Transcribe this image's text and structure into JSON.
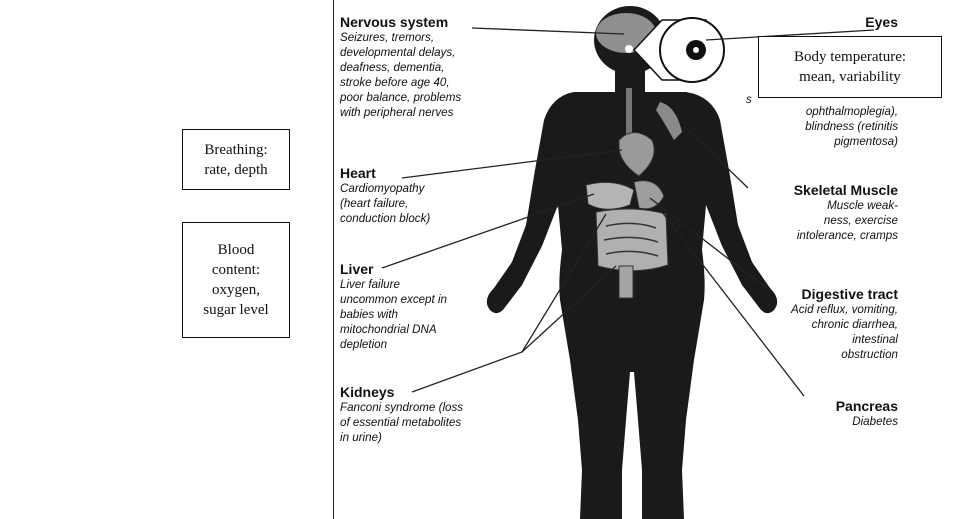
{
  "side_notes": {
    "breathing": "Breathing:\nrate, depth",
    "blood": "Blood\ncontent:\noxygen,\nsugar level",
    "temperature": "Body temperature:\nmean, variability"
  },
  "organs": {
    "nervous_system": {
      "title": "Nervous system",
      "desc": "Seizures, tremors,\ndevelopmental delays,\ndeafness, dementia,\nstroke before age 40,\npoor balance, problems\nwith peripheral nerves"
    },
    "heart": {
      "title": "Heart",
      "desc": "Cardiomyopathy\n(heart failure,\nconduction block)"
    },
    "liver": {
      "title": "Liver",
      "desc": "Liver failure\nuncommon except in\nbabies with\nmitochondrial DNA\ndepletion"
    },
    "kidneys": {
      "title": "Kidneys",
      "desc": "Fanconi syndrome (loss\nof essential metabolites\nin urine)"
    },
    "eyes": {
      "title": "Eyes",
      "desc_partial": "s",
      "desc_partial_2": "ophthalmoplegia),",
      "desc": "blindness (retinitis\npigmentosa)"
    },
    "skeletal_muscle": {
      "title": "Skeletal Muscle",
      "desc": "Muscle weak-\nness, exercise\nintolerance, cramps"
    },
    "digestive_tract": {
      "title": "Digestive tract",
      "desc": "Acid reflux, vomiting,\nchronic diarrhea,\nintestinal\nobstruction"
    },
    "pancreas": {
      "title": "Pancreas",
      "desc": "Diabetes"
    }
  }
}
